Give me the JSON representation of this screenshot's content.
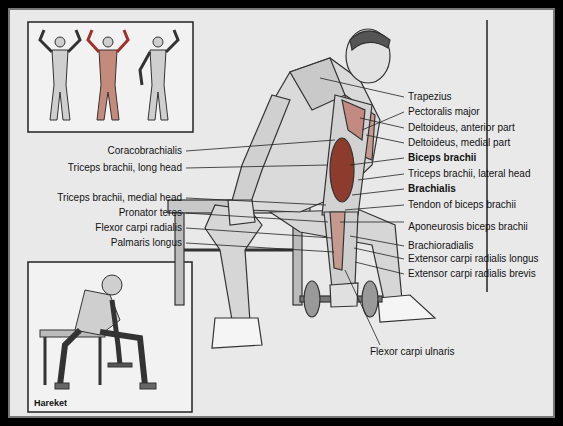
{
  "diagram": {
    "labels": [
      "Trapezius",
      "Pectoralis major",
      "Deltoideus, anterior part",
      "Deltoideus, medial part",
      "Biceps brachii",
      "Triceps brachii, lateral head",
      "Brachialis",
      "Tendon of biceps brachii",
      "Aponeurosis biceps brachii",
      "Brachioradialis",
      "Extensor carpi radialis longus",
      "Extensor carpi radialis brevis",
      "Coracobrachialis",
      "Triceps brachii, long head",
      "Triceps brachii, medial head",
      "Pronator teres",
      "Flexor carpi radialis",
      "Palmaris longus",
      "Flexor carpi ulnaris",
      "Hareket"
    ]
  }
}
